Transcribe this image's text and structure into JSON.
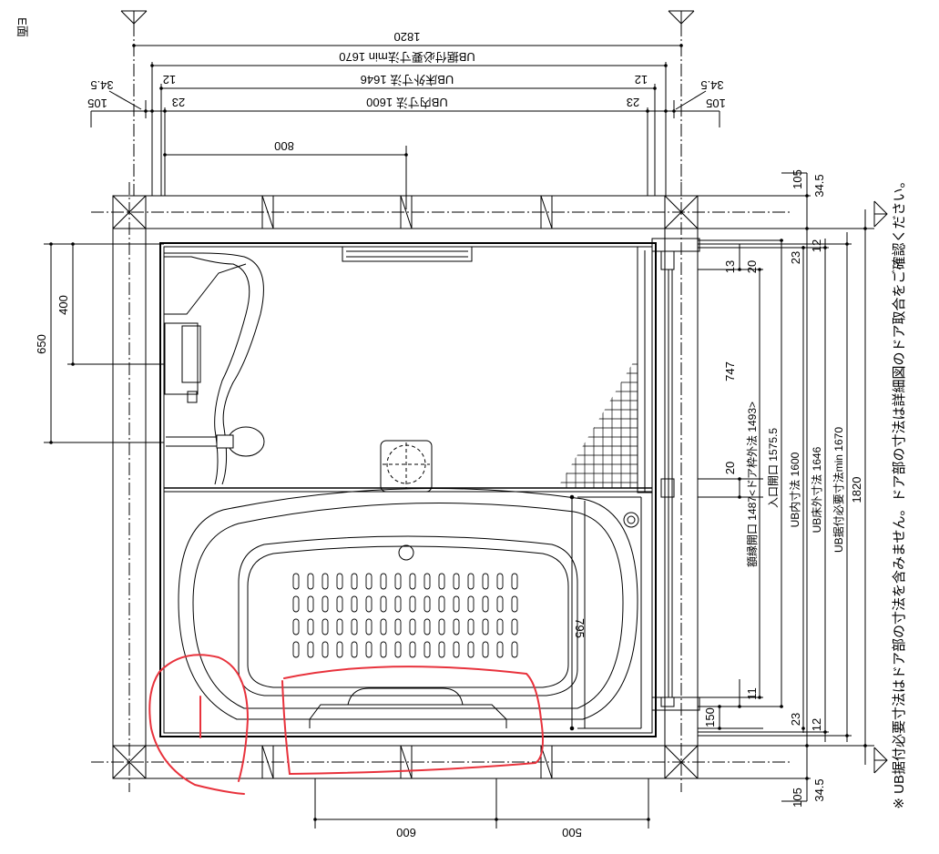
{
  "view_label": "E面",
  "top_dims": {
    "overall": "1820",
    "install_min": "UB据付必要寸法min 1670",
    "outer": "UB床外寸法 1646",
    "inner": "UB内寸法 1600",
    "gap_left": "34.5",
    "gap_right": "34.5",
    "wall_left": "105",
    "wall_right": "105",
    "e12_left": "12",
    "e12_right": "12",
    "e23_left": "23",
    "e23_right": "23",
    "inner800": "800"
  },
  "left_dims": {
    "d650": "650",
    "d400": "400"
  },
  "right_dims": {
    "r105_top": "105",
    "r345_top": "34.5",
    "r13": "13",
    "r20a": "20",
    "r23a": "23",
    "r12a": "12",
    "r747": "747",
    "r20b": "20",
    "door_frame": "額縁開口 1487<ドア枠外法 1493>",
    "entry_open": "入口開口 1575.5",
    "ub_inner": "UB内寸法 1600",
    "ub_outer": "UB床外寸法 1646",
    "ub_install": "UB据付必要寸法min 1670",
    "r1820": "1820",
    "r150": "150",
    "r11": "11",
    "r23b": "23",
    "r12b": "12",
    "r105_bot": "105",
    "r345_bot": "34.5"
  },
  "tub_dim": "795",
  "bottom_dims": {
    "b600": "600",
    "b500": "500"
  },
  "note": "※ UB据付必要寸法はドア部の寸法を含みません。ドア部の寸法は詳細図のドア取合をご確認ください。",
  "colors": {
    "line": "#000000",
    "markup": "#e8323c"
  }
}
